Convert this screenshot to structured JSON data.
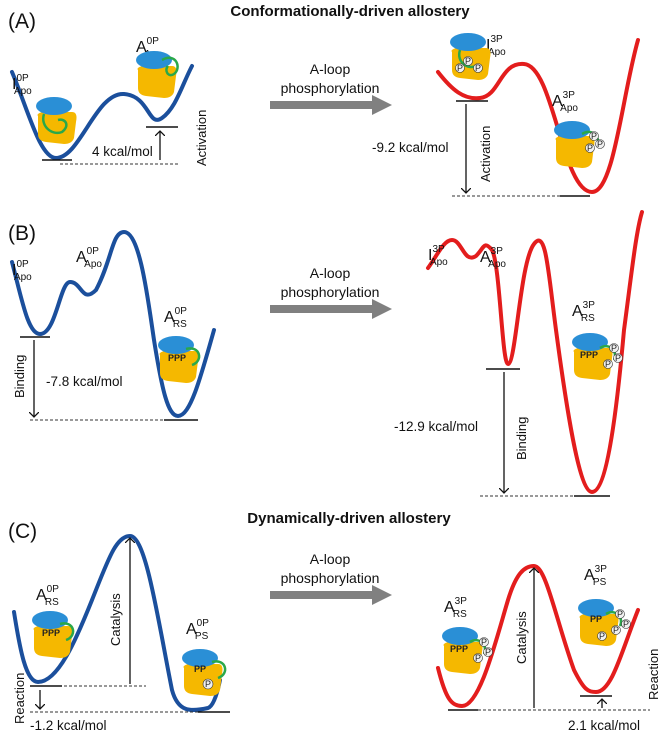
{
  "headings": {
    "a": "Conformationally-driven allostery",
    "c": "Dynamically-driven allostery"
  },
  "panels": {
    "a": {
      "label": "(A)",
      "arrow_line1": "A-loop",
      "arrow_line2": "phosphorylation",
      "left_state1": {
        "main": "I",
        "sup": "0P",
        "sub": "Apo"
      },
      "left_state2": {
        "main": "A",
        "sup": "0P",
        "sub": "Apo"
      },
      "left_energy": "4  kcal/mol",
      "left_vlabel": "Activation",
      "right_state1": {
        "main": "I",
        "sup": "3P",
        "sub": "Apo"
      },
      "right_state2": {
        "main": "A",
        "sup": "3P",
        "sub": "Apo"
      },
      "right_energy": "-9.2  kcal/mol",
      "right_vlabel": "Activation"
    },
    "b": {
      "label": "(B)",
      "arrow_line1": "A-loop",
      "arrow_line2": "phosphorylation",
      "left_state1": {
        "main": "I",
        "sup": "0P",
        "sub": "Apo"
      },
      "left_state2": {
        "main": "A",
        "sup": "0P",
        "sub": "Apo"
      },
      "left_state3": {
        "main": "A",
        "sup": "0P",
        "sub": "RS"
      },
      "left_energy": "-7.8  kcal/mol",
      "left_vlabel": "Binding",
      "right_state1": {
        "main": "I",
        "sup": "3P",
        "sub": "Apo"
      },
      "right_state2": {
        "main": "A",
        "sup": "3P",
        "sub": "Apo"
      },
      "right_state3": {
        "main": "A",
        "sup": "3P",
        "sub": "RS"
      },
      "right_energy": "-12.9  kcal/mol",
      "right_vlabel": "Binding"
    },
    "c": {
      "label": "(C)",
      "arrow_line1": "A-loop",
      "arrow_line2": "phosphorylation",
      "left_state1": {
        "main": "A",
        "sup": "0P",
        "sub": "RS"
      },
      "left_state2": {
        "main": "A",
        "sup": "0P",
        "sub": "PS"
      },
      "left_energy": "-1.2  kcal/mol",
      "left_vlabel_reaction": "Reaction",
      "left_vlabel_catalysis": "Catalysis",
      "right_state1": {
        "main": "A",
        "sup": "3P",
        "sub": "RS"
      },
      "right_state2": {
        "main": "A",
        "sup": "3P",
        "sub": "PS"
      },
      "right_energy": "2.1  kcal/mol",
      "right_vlabel_reaction": "Reaction",
      "right_vlabel_catalysis": "Catalysis"
    }
  },
  "protein_labels": {
    "p": "P",
    "ppp": "PPP",
    "pp": "PP"
  },
  "colors": {
    "unphosphorylated_curve": "#1b4f9c",
    "phosphorylated_curve": "#e31d1d",
    "arrow": "#808080",
    "n_lobe": "#2a8fd6",
    "c_lobe": "#f5b800",
    "a_loop": "#2aa84a",
    "phosphate": "#f0f0f0"
  }
}
